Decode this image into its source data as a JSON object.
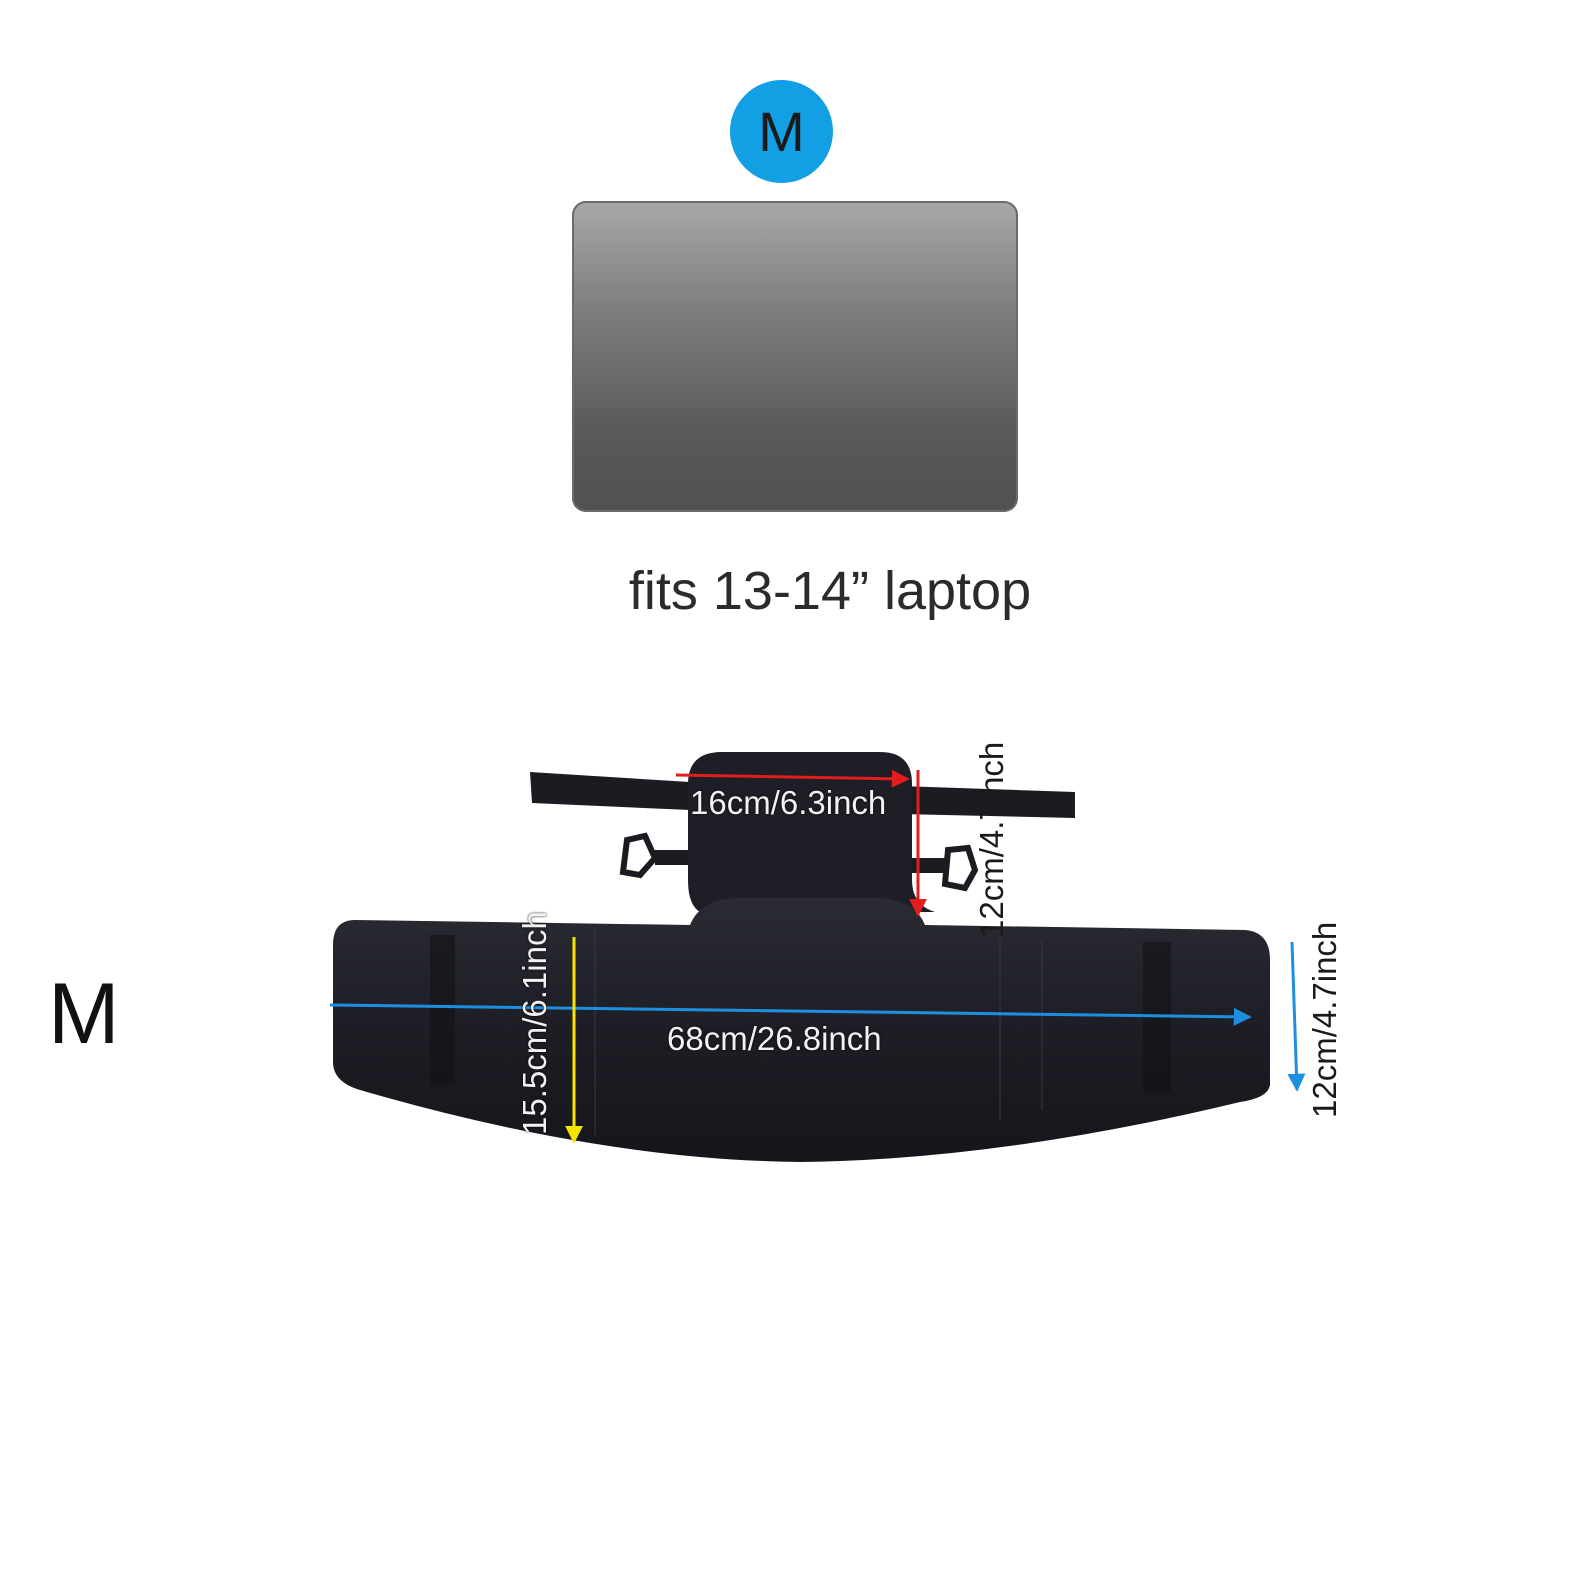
{
  "size_badge": {
    "label": "M",
    "color": "#139fe3"
  },
  "laptop": {
    "caption": "fits 13-14” laptop"
  },
  "side_label": "M",
  "dimensions": {
    "top_width": "16cm/6.3inch",
    "top_height": "12cm/4.7inch",
    "belt_length": "68cm/26.8inch",
    "belt_height": "15.5cm/6.1inch",
    "end_height": "12cm/4.7inch"
  },
  "arrow_colors": {
    "top_width": "#e11d1d",
    "top_height": "#e11d1d",
    "belt_length": "#1d8fe0",
    "belt_height": "#f2e600",
    "end_height": "#1d8fe0"
  }
}
